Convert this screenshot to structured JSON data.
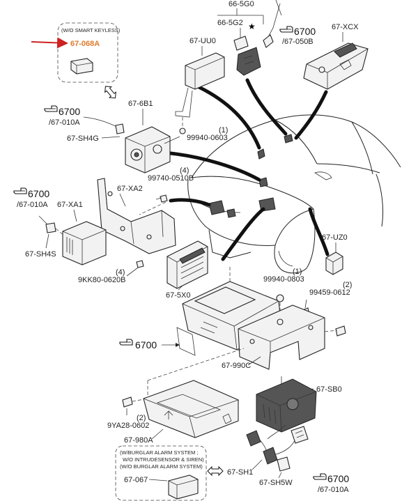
{
  "labels": {
    "wo_smart_keyless": "(W/O SMART KEYLESS)",
    "p_67_068A": "67-068A",
    "p_66_5G0": "66-5G0",
    "p_66_5G2": "66-5G2",
    "p_67_UU0": "67-UU0",
    "ref_6700_top": "6700",
    "ref_67_050B": "/67-050B",
    "p_67_XCX": "67-XCX",
    "ref_6700_left": "6700",
    "ref_67_010A_left": "/67-010A",
    "p_67_6B1": "67-6B1",
    "p_67_SH4G": "67-SH4G",
    "qty_99940_0603": "(1)",
    "p_99940_0603": "99940-0603",
    "qty_99740_0510B": "(4)",
    "p_99740_0510B": "99740-0510B",
    "p_67_XA2": "67-XA2",
    "ref_6700_mid": "6700",
    "ref_67_010A_mid": "/67-010A",
    "p_67_XA1": "67-XA1",
    "p_67_SH4S": "67-SH4S",
    "qty_9KK80": "(4)",
    "p_9KK80_0620B": "9KK80-0620B",
    "p_67_5X0": "67-5X0",
    "p_67_UZ0": "67-UZ0",
    "qty_99940_0803": "(1)",
    "p_99940_0803": "99940-0803",
    "qty_99459": "(2)",
    "p_99459_0612": "99459-0612",
    "ref_6700_center": "6700",
    "p_67_990C": "67-990C",
    "p_67_SB0": "67-SB0",
    "qty_9YA28": "(2)",
    "p_9YA28_0602": "9YA28-0602",
    "p_67_980A": "67-980A",
    "alarm_line1": "(W/BURGLAR ALARM SYSTEM ;",
    "alarm_line2": "W/O INTRUDESENSOR & SIREN)",
    "alarm_line3": "(W/O BURGLAR ALARM SYSTEM)",
    "p_67_067": "67-067",
    "p_67_SH1": "67-SH1",
    "p_67_SH5W": "67-SH5W",
    "ref_6700_bottom": "6700",
    "ref_67_010A_bottom": "/67-010A"
  },
  "colors": {
    "callout_arrow": "#cc2222",
    "highlight_text": "#e07a2e",
    "line": "#222222"
  },
  "icons": {
    "reference": "pointing-hand-icon",
    "connect": "double-arrow-icon",
    "star": "star-icon"
  }
}
